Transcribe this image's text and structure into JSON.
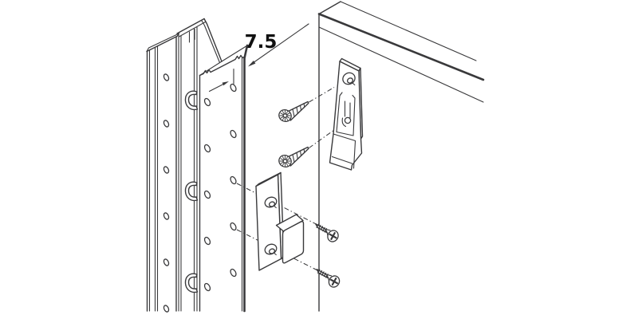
{
  "figure": {
    "dimension_label": "7.5",
    "colors": {
      "line": "#39393b",
      "background": "#ffffff"
    },
    "parts": [
      "wall-mounting-rail",
      "suspension-bracket",
      "euro-screws",
      "mounting-plate-with-stud",
      "cabinet-panel"
    ]
  }
}
